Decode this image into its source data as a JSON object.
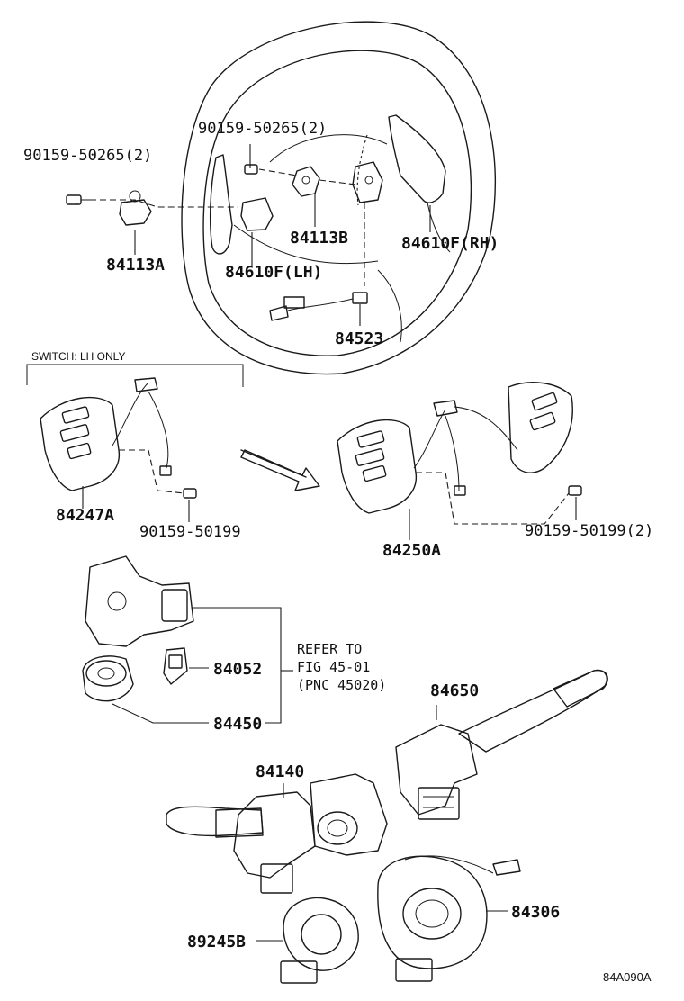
{
  "diagram": {
    "drawing_code": "84A090A",
    "section_note": "SWITCH: LH ONLY",
    "reference": {
      "line1": "REFER TO",
      "line2": "FIG 45-01",
      "line3": "(PNC 45020)"
    },
    "parts": {
      "screw_left": "90159-50265(2)",
      "screw_center": "90159-50265(2)",
      "bracket_a": "84113A",
      "bracket_b": "84113B",
      "paddle_lh": "84610F(LH)",
      "paddle_rh": "84610F(RH)",
      "harness": "84523",
      "switch_lh": "84247A",
      "screw_lh_switch": "90159-50199",
      "switch_set": "84250A",
      "screw_switch_set": "90159-50199(2)",
      "key_cylinder": "84052",
      "ignition_switch": "84450",
      "wiper_switch": "84650",
      "turn_switch": "84140",
      "spiral_cable": "84306",
      "sensor_ring": "89245B"
    }
  }
}
